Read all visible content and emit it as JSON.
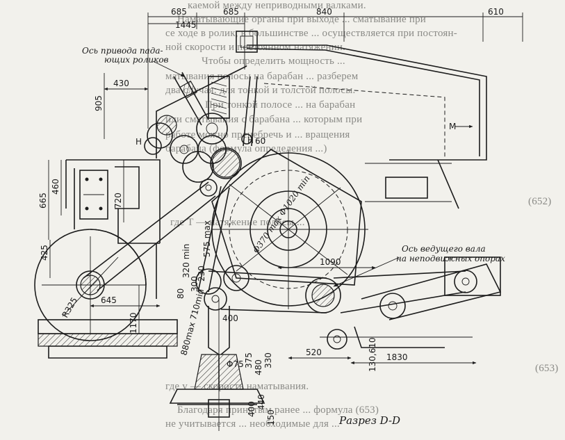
{
  "background_text": [
    "каемой между неприводными валками.",
    "Наматывающие органы при выходе ... сматывание при",
    "се ходе в ролик, в большинстве ... осуществляется при постоян-",
    "ной скорости и постоянном натяжении.",
    "Чтобы определить мощность ...",
    "матывания полосы на барабан ... разберем",
    "два случая: для тонкой и толстой полосы.",
    "При тонкой полосе ... на барабан",
    "или сматывания с барабана ... которым при",
    "работе можно пренебречь и ... вращения",
    "барабана (формула определения ...)",
    "(652)",
    "где T — натяжение полосы ...",
    "(653)",
    "где v — скорость наматывания.",
    "Благодаря принятым ранее ... формула (653)",
    "не учитывается ... необходимые для ..."
  ],
  "dimensions": {
    "top_685_left": "685",
    "top_1445": "1445",
    "top_685_right": "685",
    "top_840": "840",
    "top_610": "610",
    "d430": "430",
    "d905": "905",
    "d665": "665",
    "d460": "460",
    "d720": "720",
    "d425": "425",
    "d645": "645",
    "d1170": "1170",
    "d80": "80",
    "d300": "300",
    "d230": "230",
    "d320min": "320 min",
    "d575max": "575 max",
    "d1090": "1090",
    "d370": "Φ370 max Φ1020 min",
    "d400": "400",
    "d880": "880max 710min",
    "d75": "Φ75",
    "d375": "375",
    "d480": "480",
    "d330": "330",
    "d440": "440",
    "d400b": "400",
    "d150": "150",
    "d520": "520",
    "d130": "130,610",
    "d1830": "1830",
    "dR325": "R325",
    "d60": "60",
    "labelH1": "H",
    "labelH2": "H",
    "labelM": "M"
  },
  "annotations": {
    "axis_drive_rollers_line1": "Ось привода пада-",
    "axis_drive_rollers_line2": "ющих роликов",
    "axis_lead_shaft_line1": "Ось ведущего вала",
    "axis_lead_shaft_line2": "на неподвижных опорах"
  },
  "caption": "Разрез D-D"
}
